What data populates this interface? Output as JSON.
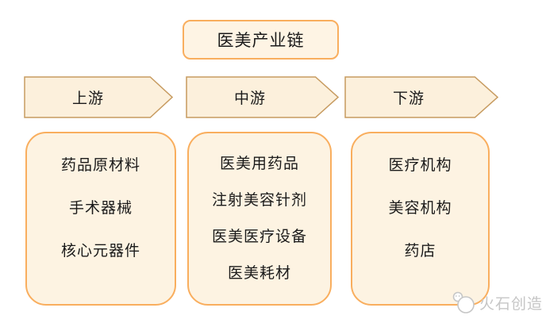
{
  "diagram": {
    "title": "医美产业链",
    "stages": [
      {
        "label": "上游",
        "items": [
          "药品原材料",
          "手术器械",
          "核心元器件"
        ]
      },
      {
        "label": "中游",
        "items": [
          "医美用药品",
          "注射美容针剂",
          "医美医疗设备",
          "医美耗材"
        ]
      },
      {
        "label": "下游",
        "items": [
          "医疗机构",
          "美容机构",
          "药店"
        ]
      }
    ]
  },
  "watermark": {
    "brand": "火石创造",
    "logo": "huoshi-stones-icon"
  },
  "colors": {
    "panel_border": "#F9AE5E",
    "panel_fill": "#FDF3E2",
    "title_fill": "#FEF4E4",
    "arrow_border": "#C79B60",
    "arrow_fill": "#FCF0DC",
    "text": "#1A1A1A",
    "watermark_gray": "#C6C6C6"
  }
}
